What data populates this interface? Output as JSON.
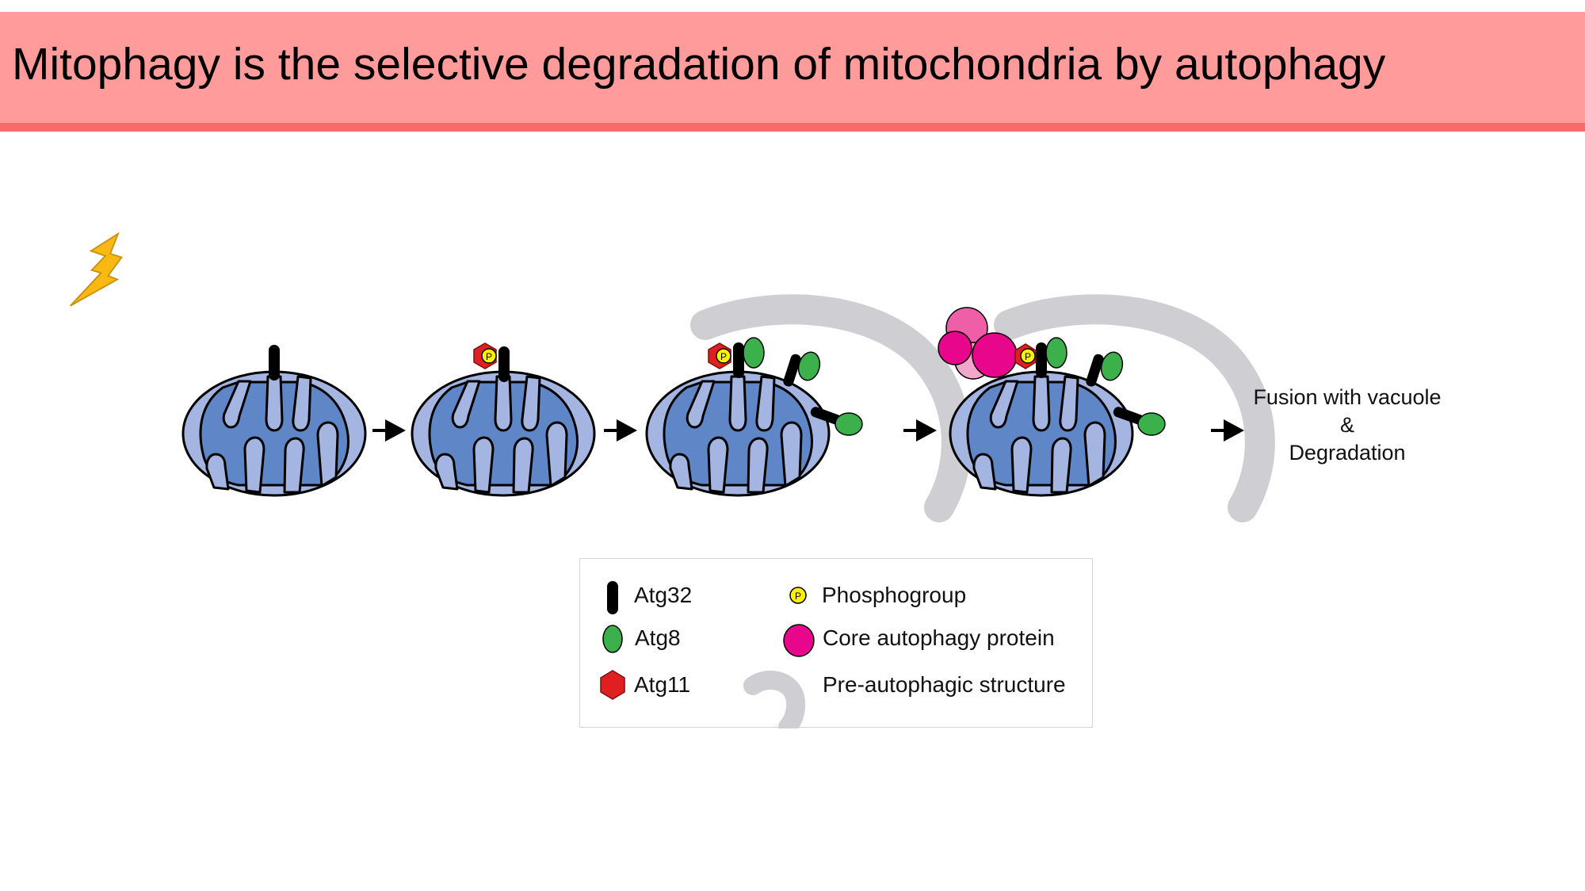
{
  "header": {
    "title": "Mitophagy is the selective degradation of mitochondria by autophagy",
    "background_color": "#FF9B9B",
    "stripe_color": "#F96B6B"
  },
  "diagram": {
    "stimulus_icon": "lightning-bolt-icon",
    "stages": [
      {
        "stage": 1,
        "description": "Mitochondrion with Atg32 receptor, exposed to stress",
        "proteins": [
          "Atg32"
        ]
      },
      {
        "stage": 2,
        "description": "Atg32 phosphorylated and bound by Atg11",
        "proteins": [
          "Atg32",
          "Phosphogroup",
          "Atg11"
        ]
      },
      {
        "stage": 3,
        "description": "Atg8 recruited to Atg32; pre-autophagic structure forms",
        "proteins": [
          "Atg32",
          "Phosphogroup",
          "Atg11",
          "Atg8",
          "Pre-autophagic structure"
        ]
      },
      {
        "stage": 4,
        "description": "Core autophagy proteins recruited",
        "proteins": [
          "Atg32",
          "Phosphogroup",
          "Atg11",
          "Atg8",
          "Core autophagy protein",
          "Pre-autophagic structure"
        ]
      }
    ],
    "outcome_lines": [
      "Fusion with vacuole",
      "&",
      "Degradation"
    ],
    "phospho_symbol": "P",
    "colors": {
      "mito_outer": "#A3B5E0",
      "mito_matrix": "#5F86C6",
      "atg32": "#000000",
      "atg8": "#3CB04A",
      "atg11": "#E02020",
      "phosphogroup": "#FFF200",
      "core_protein": "#E8078C",
      "core_protein_light": "#EE5FA7",
      "core_protein_pale": "#F2A6C9",
      "pas": "#CFCFD3",
      "bolt": "#F9B812"
    }
  },
  "legend": {
    "items": [
      {
        "label": "Atg32",
        "icon": "atg32-bar-icon"
      },
      {
        "label": "Atg8",
        "icon": "atg8-oval-icon"
      },
      {
        "label": "Atg11",
        "icon": "atg11-hexagon-icon"
      },
      {
        "label": "Phosphogroup",
        "icon": "phosphogroup-icon"
      },
      {
        "label": "Core autophagy protein",
        "icon": "core-protein-icon"
      },
      {
        "label": "Pre-autophagic structure",
        "icon": "pas-crescent-icon"
      }
    ]
  }
}
